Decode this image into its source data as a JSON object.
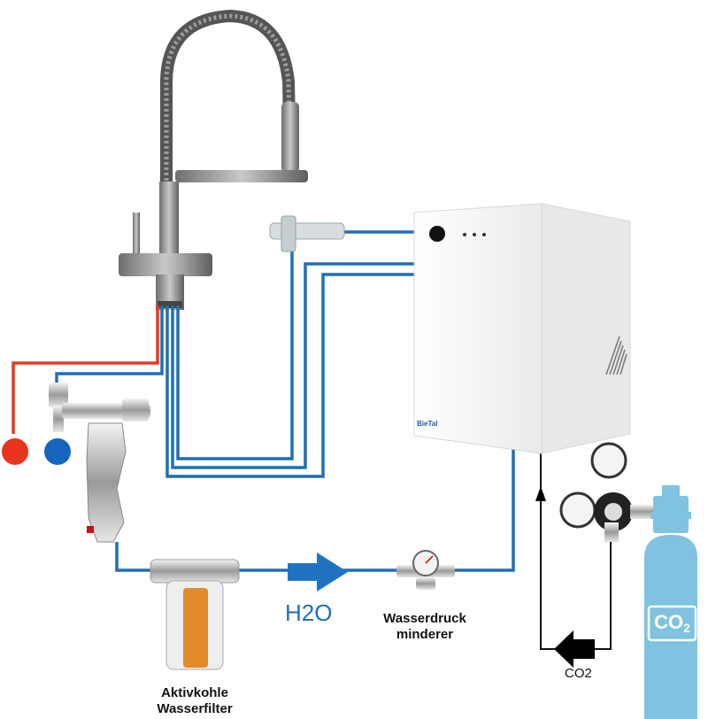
{
  "labels": {
    "h2o": "H2O",
    "pressure_reducer_line1": "Wasserdruck",
    "pressure_reducer_line2": "minderer",
    "filter_line1": "Aktivkohle",
    "filter_line2": "Wasserfilter",
    "co2_line": "CO2",
    "co2_tank_main": "CO",
    "co2_tank_sub": "2",
    "brand": "BieTal"
  },
  "colors": {
    "water_line": "#1f6fb5",
    "hot_line": "#e33b22",
    "hot_dot": "#e8341c",
    "cold_dot": "#1565c0",
    "co2_tank": "#7fc3e0",
    "arrow_blue": "#1f73c2",
    "arrow_black": "#000000"
  }
}
